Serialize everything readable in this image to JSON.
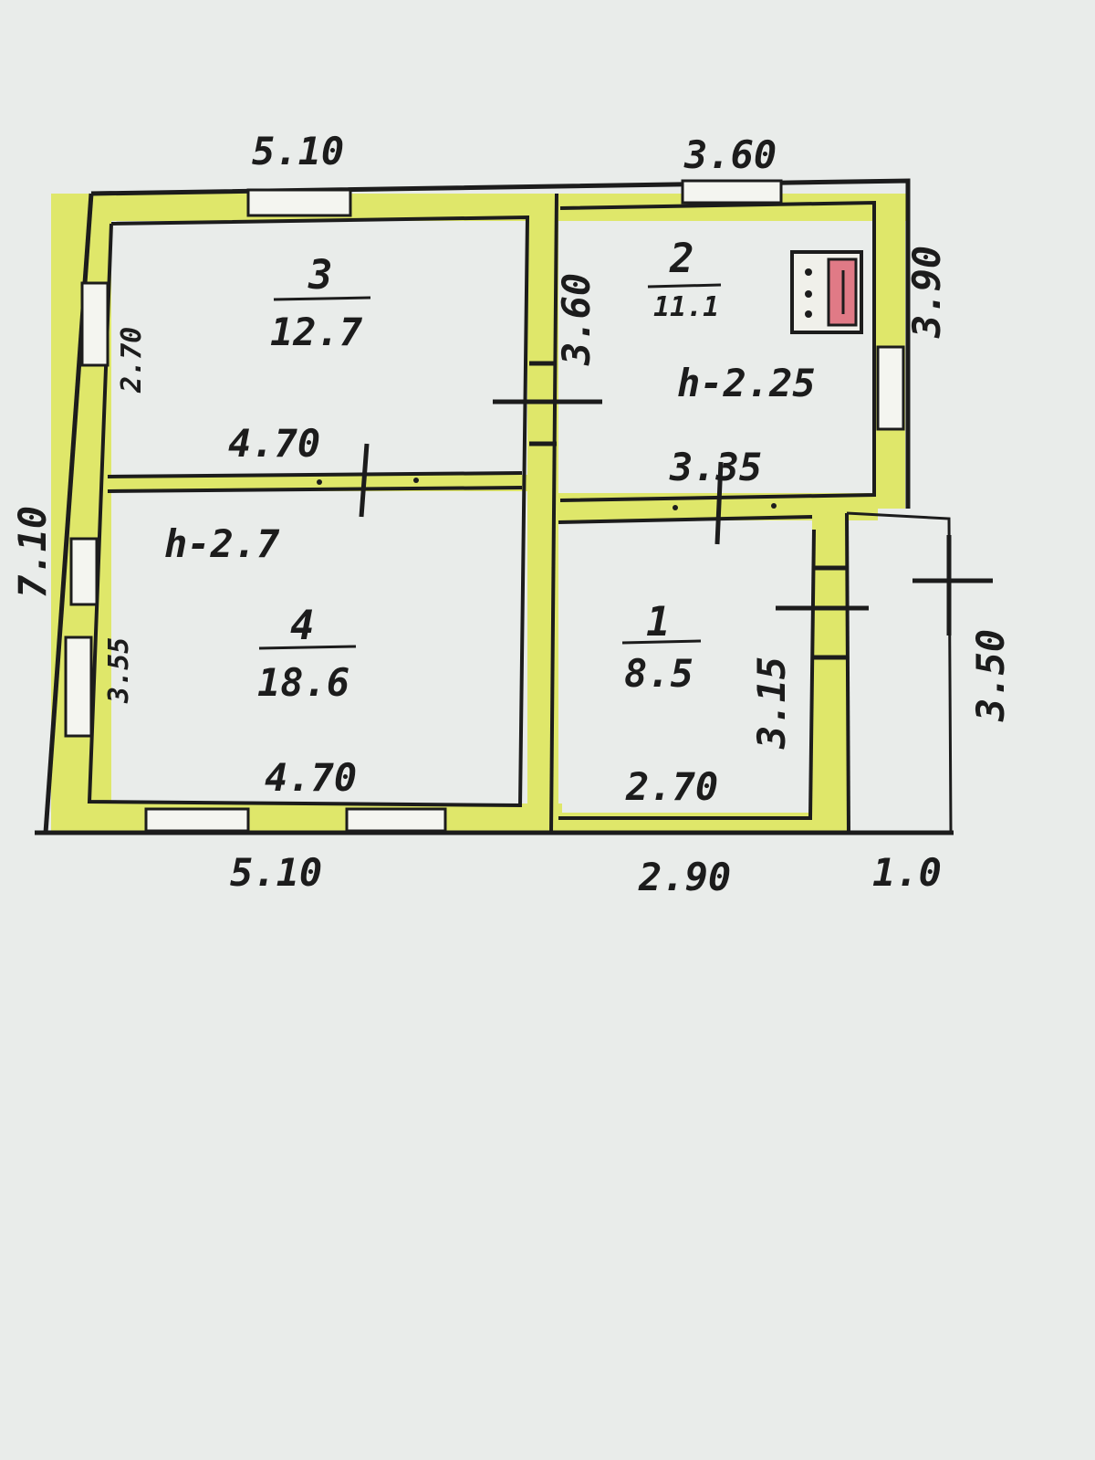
{
  "dimensions": {
    "top_left": "5.10",
    "top_right": "3.60",
    "right_upper": "3.90",
    "left_total": "7.10",
    "bottom_left": "5.10",
    "bottom_mid": "2.90",
    "bottom_right": "1.0",
    "annex_side": "3.50",
    "room3_side": "2.70",
    "room3_bottom": "4.70",
    "room4_side": "3.55",
    "room4_bottom": "4.70",
    "room2_side": "3.60",
    "room2_bottom": "3.35",
    "room1_side": "3.15",
    "room1_bottom": "2.70"
  },
  "rooms": [
    {
      "id": "3",
      "number": "3",
      "area": "12.7"
    },
    {
      "id": "4",
      "number": "4",
      "area": "18.6",
      "height": "h-2.7"
    },
    {
      "id": "2",
      "number": "2",
      "area": "11.1",
      "height": "h-2.25"
    },
    {
      "id": "1",
      "number": "1",
      "area": "8.5"
    }
  ],
  "colors": {
    "wall_fill": "#dfe76a",
    "stove": "#e07a86",
    "paper": "#e9ecea",
    "ink": "#1c1c1c"
  }
}
